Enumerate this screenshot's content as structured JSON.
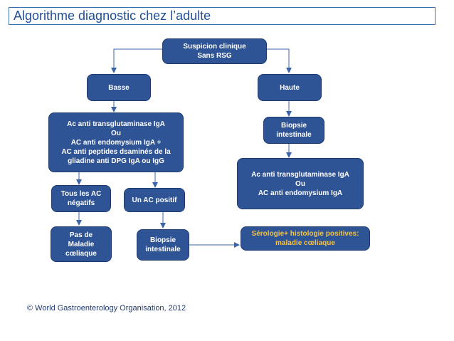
{
  "title": "Algorithme diagnostic chez l’adulte",
  "nodes": {
    "suspicion": [
      "Suspicion clinique",
      "Sans RSG"
    ],
    "basse": [
      "Basse"
    ],
    "haute": [
      "Haute"
    ],
    "anticorps": [
      "Ac anti transglutaminase IgA",
      "Ou",
      "AC anti endomysium IgA +",
      "AC anti peptides dsaminés de la",
      "gliadine anti DPG IgA ou IgG"
    ],
    "biopsie_haute": [
      "Biopsie",
      "intestinale"
    ],
    "ac_haute": [
      "Ac anti transglutaminase IgA",
      "Ou",
      "AC anti endomysium IgA"
    ],
    "tous_negatifs": [
      "Tous les AC",
      "négatifs"
    ],
    "un_positif": [
      "Un AC positif"
    ],
    "pas_maladie": [
      "Pas de",
      "Maladie",
      "cœliaque"
    ],
    "biopsie_basse": [
      "Biopsie",
      "intestinale"
    ],
    "serologie": [
      "Sérologie+ histologie positives:",
      "maladie cœliaque"
    ]
  },
  "colors": {
    "box_fill": "#2f5496",
    "title_text": "#1f4e9a",
    "positive_text": "#f5c242",
    "connector": "#3b64a8"
  },
  "footer": "© World Gastroenterology Organisation, 2012"
}
